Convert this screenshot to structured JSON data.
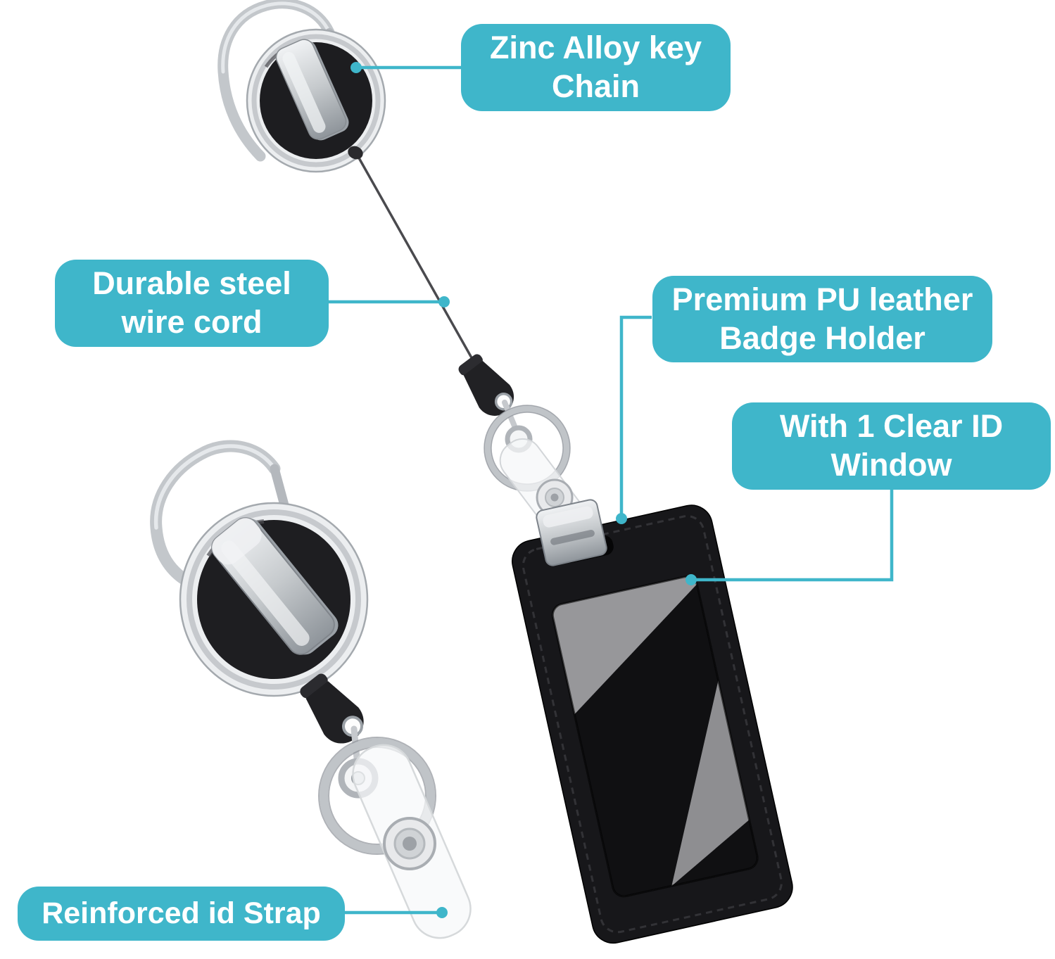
{
  "background_color": "#ffffff",
  "accent_color": "#3fb6ca",
  "label_text_color": "#ffffff",
  "callouts": [
    {
      "id": "zinc-alloy-key-chain",
      "text": "Zinc Alloy key Chain"
    },
    {
      "id": "durable-steel-wire-cord",
      "text": "Durable steel wire cord"
    },
    {
      "id": "premium-pu-leather-badge-holder",
      "text": "Premium PU leather Badge Holder"
    },
    {
      "id": "with-1-clear-id-window",
      "text": "With 1 Clear ID Window"
    },
    {
      "id": "reinforced-id-strap",
      "text": "Reinforced id Strap"
    }
  ],
  "depicted_parts": [
    "retractable-badge-reel-extended",
    "retractable-badge-reel-retracted",
    "carabiner-clip",
    "belt-clip",
    "steel-wire-cord",
    "cord-stopper",
    "key-ring",
    "clear-vinyl-id-strap",
    "snap-button",
    "pu-leather-badge-holder",
    "clear-id-window",
    "metal-strap-clip"
  ]
}
